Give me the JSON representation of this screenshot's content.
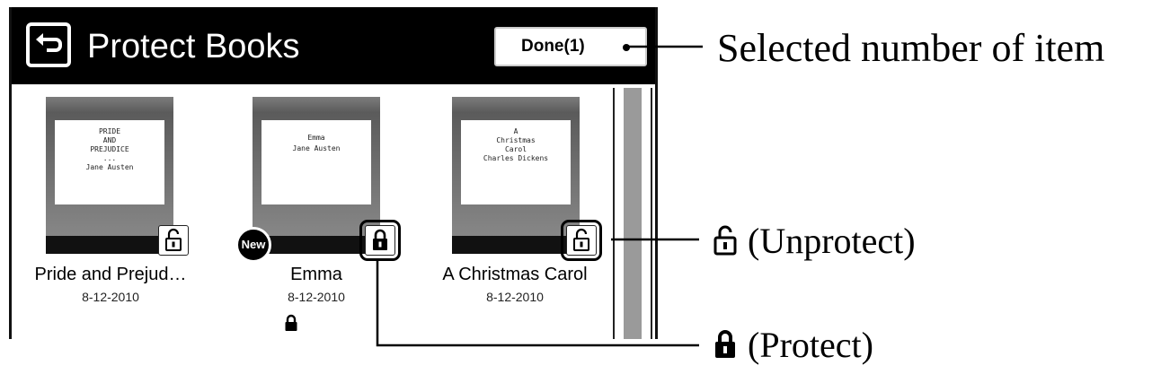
{
  "header": {
    "title": "Protect Books",
    "done_label": "Done(1)"
  },
  "books": [
    {
      "title": "Pride and Prejud…",
      "date": "8-12-2010",
      "cover_lines": [
        "PRIDE",
        "AND",
        "PREJUDICE",
        "...",
        "Jane Austen"
      ],
      "lock_state": "unlocked"
    },
    {
      "title": "Emma",
      "date": "8-12-2010",
      "cover_lines": [
        "Emma",
        "",
        "Jane Austen"
      ],
      "badge": "New",
      "lock_state": "locked"
    },
    {
      "title": "A Christmas Carol",
      "date": "8-12-2010",
      "cover_lines": [
        "A",
        "Christmas",
        "Carol",
        "",
        "Charles Dickens"
      ],
      "lock_state": "unlocked"
    }
  ],
  "callouts": {
    "selected": "Selected number of item",
    "unprotect": "(Unprotect)",
    "protect": "(Protect)"
  },
  "icons": {
    "back": "back-arrow-icon",
    "unlocked": "unlocked-padlock-icon",
    "locked": "locked-padlock-icon"
  }
}
